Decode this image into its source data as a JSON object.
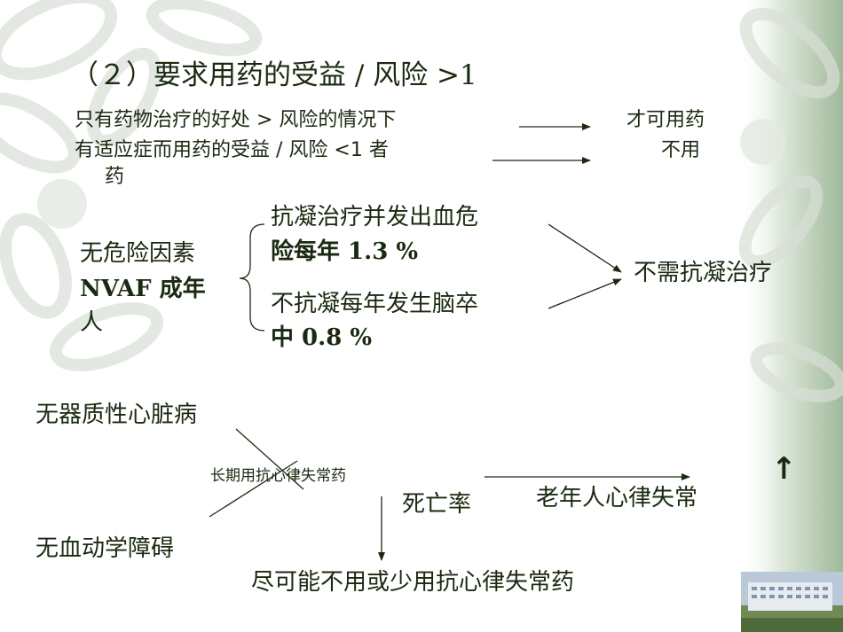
{
  "slide": {
    "title": "（２）要求用药的受益 / 风险 >1",
    "line1": {
      "condition": "只有药物治疗的好处 > 风险的情况下",
      "result": "才可用药"
    },
    "line2": {
      "condition": "有适应症而用药的受益 / 风险 <1 者",
      "condition_wrap": "药",
      "result": "不用"
    },
    "anticoagulation": {
      "group": [
        "无危险因素",
        "NVAF 成年",
        "人"
      ],
      "option1": [
        "抗凝治疗并发出血危",
        "险每年 1.3 %"
      ],
      "option2": [
        "不抗凝每年发生脑卒",
        "中 0.8 %"
      ],
      "conclusion": "不需抗凝治疗"
    },
    "antiarrhythmic": {
      "condition1": "无器质性心脏病",
      "condition2": "无血动学障碍",
      "cross_label": "长期用抗心律失常药",
      "mortality": "死亡率",
      "elderly": "老年人心律失常",
      "arrow_symbol": "↑",
      "conclusion": "尽可能不用或少用抗心律失常药"
    }
  },
  "colors": {
    "text": "#1a2a10",
    "accent_green": "#c4d6c0"
  }
}
